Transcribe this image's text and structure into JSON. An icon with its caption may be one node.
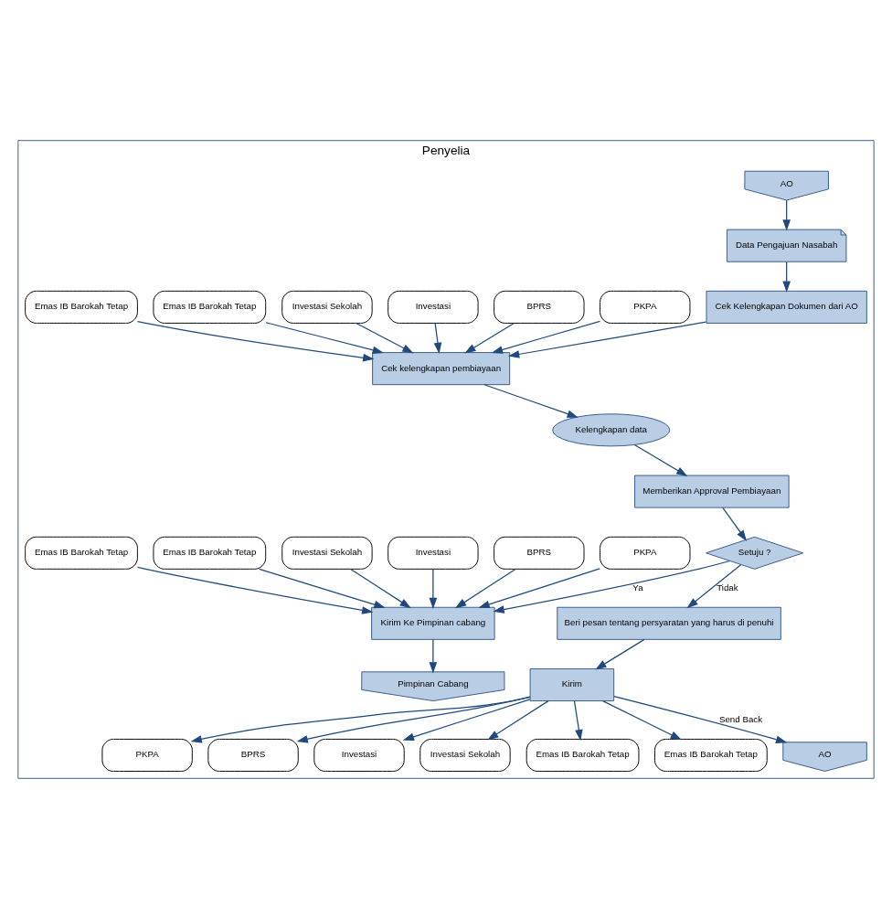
{
  "diagram": {
    "nodes": [
      {
        "text": [
          "Penyelia"
        ]
      },
      {
        "text": [
          "AO"
        ],
        "in": 0
      },
      {
        "text": [
          "Data Pengajuan Nasabah"
        ],
        "in": 0
      },
      {
        "text": [
          "Cek Kelengkapan Dokumen dari AO"
        ],
        "in": 0
      },
      {
        "text": [
          "PKPA"
        ],
        "in": 0
      },
      {
        "text": [
          "BPRS"
        ],
        "in": 0
      },
      {
        "text": [
          "Investasi"
        ],
        "in": 0
      },
      {
        "text": [
          "Investasi Sekolah"
        ],
        "in": 0
      },
      {
        "text": [
          "Emas IB Barokah Tetap"
        ],
        "in": 0
      },
      {
        "text": [
          "Emas IB Barokah Tetap"
        ],
        "in": 0
      },
      {
        "text": [
          "Cek kelengkapan pembiayaan"
        ],
        "in": 0
      },
      {
        "text": [
          "Kelengkapan data"
        ],
        "in": 0
      },
      {
        "text": [
          "Memberikan Approval Pembiayaan"
        ],
        "in": 0
      },
      {
        "text": [
          "Setuju ?"
        ],
        "in": 0
      },
      {
        "text": [
          "Beri pesan tentang persyaratan yang harus di penuhi"
        ],
        "in": 0
      },
      {
        "text": [
          "Kirim Ke Pimpinan cabang"
        ],
        "in": 0
      },
      {
        "text": [
          "PKPA"
        ],
        "in": 0
      },
      {
        "text": [
          "BPRS"
        ],
        "in": 0
      },
      {
        "text": [
          "Investasi"
        ],
        "in": 0
      },
      {
        "text": [
          "Investasi Sekolah"
        ],
        "in": 0
      },
      {
        "text": [
          "Emas IB Barokah Tetap"
        ],
        "in": 0
      },
      {
        "text": [
          "Emas IB Barokah Tetap"
        ],
        "in": 0
      },
      {
        "text": [
          "PKPA"
        ],
        "in": 0
      },
      {
        "text": [
          "BPRS"
        ],
        "in": 0
      },
      {
        "text": [
          "Investasi"
        ],
        "in": 0
      },
      {
        "text": [
          "Investasi Sekolah"
        ],
        "in": 0
      },
      {
        "text": [
          "Emas IB Barokah Tetap"
        ],
        "in": 0
      },
      {
        "text": [
          "Emas IB Barokah Tetap"
        ],
        "in": 0
      },
      {
        "text": [
          "Kirim"
        ],
        "in": 0
      },
      {
        "text": [
          "AO"
        ],
        "in": 0
      },
      {
        "text": [
          "Pimpinan Cabang"
        ],
        "in": 0
      }
    ],
    "edges": [
      {
        "from": 1,
        "to": 2,
        "arrow": "to"
      },
      {
        "from": 2,
        "to": 3,
        "arrow": "to"
      },
      {
        "from": 3,
        "to": 10,
        "arrow": "to"
      },
      {
        "from": 4,
        "to": 10,
        "arrow": "to"
      },
      {
        "from": 5,
        "to": 10,
        "arrow": "to"
      },
      {
        "from": 6,
        "to": 10,
        "arrow": "to"
      },
      {
        "from": 7,
        "to": 10,
        "arrow": "to"
      },
      {
        "from": 8,
        "to": 10,
        "arrow": "to"
      },
      {
        "from": 9,
        "to": 10,
        "arrow": "to"
      },
      {
        "from": 10,
        "to": 11,
        "arrow": "to"
      },
      {
        "from": 11,
        "to": 12,
        "arrow": "to"
      },
      {
        "from": 12,
        "to": 13,
        "arrow": "to"
      },
      {
        "from": 13,
        "to": 14,
        "arrow": "to",
        "label": "Tidak"
      },
      {
        "from": 13,
        "to": 15,
        "arrow": "to",
        "label": "Ya"
      },
      {
        "from": 16,
        "to": 15,
        "arrow": "to"
      },
      {
        "from": 17,
        "to": 15,
        "arrow": "to"
      },
      {
        "from": 18,
        "to": 15,
        "arrow": "to"
      },
      {
        "from": 19,
        "to": 15,
        "arrow": "to"
      },
      {
        "from": 20,
        "to": 15,
        "arrow": "to"
      },
      {
        "from": 21,
        "to": 15,
        "arrow": "to"
      },
      {
        "from": 14,
        "to": 28,
        "arrow": "to"
      },
      {
        "from": 28,
        "to": 22,
        "arrow": "to"
      },
      {
        "from": 28,
        "to": 23,
        "arrow": "to"
      },
      {
        "from": 28,
        "to": 24,
        "arrow": "to"
      },
      {
        "from": 28,
        "to": 25,
        "arrow": "to"
      },
      {
        "from": 28,
        "to": 26,
        "arrow": "to"
      },
      {
        "from": 28,
        "to": 27,
        "arrow": "to"
      },
      {
        "from": 28,
        "to": 29,
        "arrow": "to",
        "label": "Send Back"
      },
      {
        "from": 15,
        "to": 30,
        "arrow": "to"
      }
    ]
  }
}
